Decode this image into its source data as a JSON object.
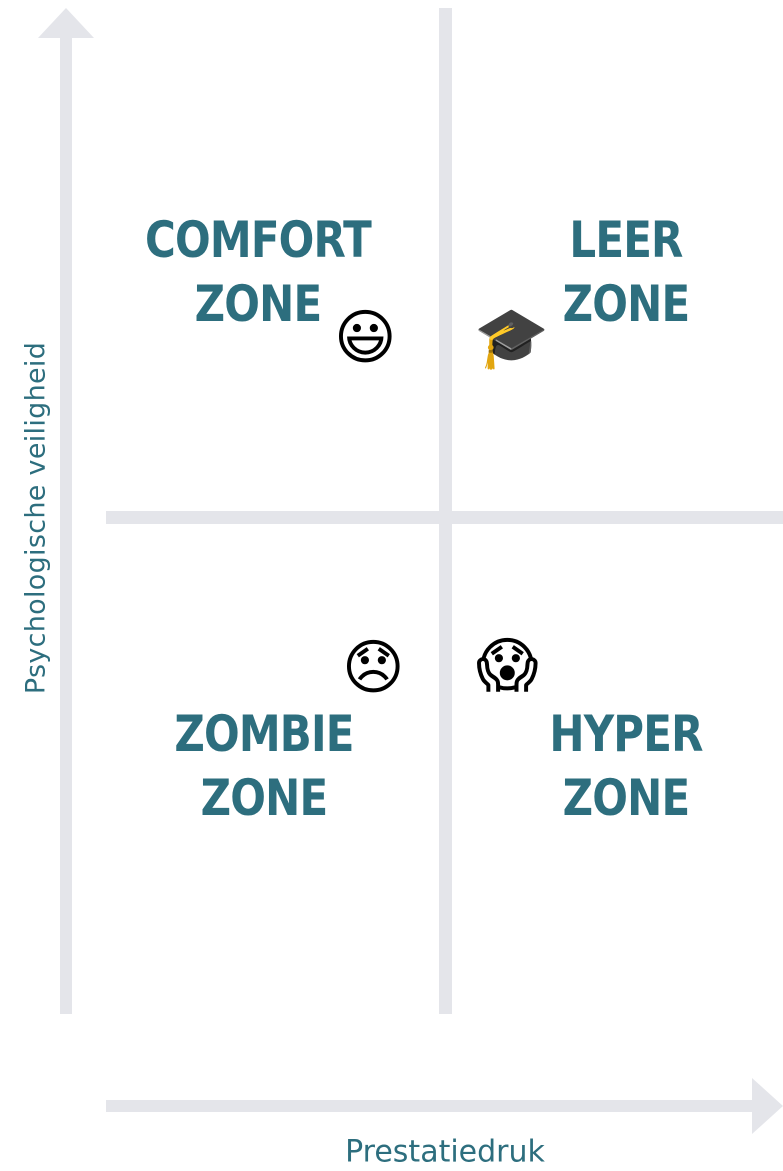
{
  "axes": {
    "y_label": "Psychologische veiligheid",
    "x_label": "Prestatiedruk"
  },
  "zones": {
    "top_left": {
      "line1": "COMFORT",
      "line2": "ZONE",
      "icon": "smiling-face-icon"
    },
    "top_right": {
      "line1": "LEER",
      "line2": "ZONE",
      "icon": "graduation-cap-icon"
    },
    "bottom_left": {
      "line1": "ZOMBIE",
      "line2": "ZONE",
      "icon": "disappointed-face-icon"
    },
    "bottom_right": {
      "line1": "HYPER",
      "line2": "ZONE",
      "icon": "screaming-face-icon"
    }
  },
  "emoji": {
    "smile": "😃",
    "cap": "🎓",
    "sad": "😞",
    "scream": "😱"
  },
  "colors": {
    "label": "#2d6e7e",
    "grid": "#e4e5ea",
    "background": "#ffffff"
  }
}
